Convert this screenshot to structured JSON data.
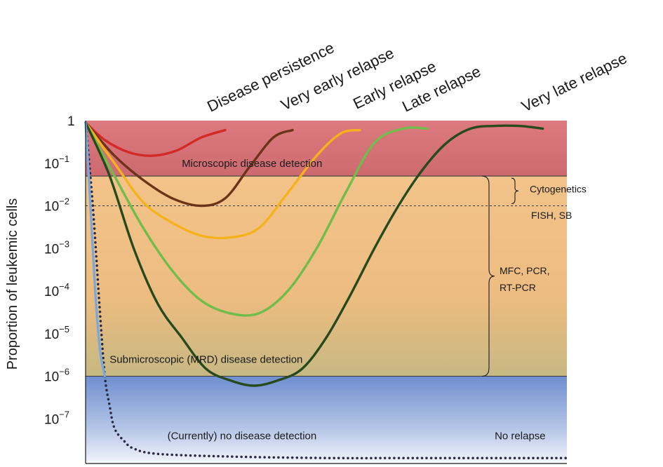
{
  "chart_data": {
    "type": "line",
    "ylabel": "Proportion of leukemic cells",
    "y_scale": "log",
    "ylim": [
      1e-08,
      1
    ],
    "y_ticks": [
      {
        "value": 1,
        "label": "1",
        "exp": ""
      },
      {
        "value": 0.1,
        "label": "10",
        "exp": "−1"
      },
      {
        "value": 0.01,
        "label": "10",
        "exp": "−2"
      },
      {
        "value": 0.001,
        "label": "10",
        "exp": "−3"
      },
      {
        "value": 0.0001,
        "label": "10",
        "exp": "−4"
      },
      {
        "value": 1e-05,
        "label": "10",
        "exp": "−5"
      },
      {
        "value": 1e-06,
        "label": "10",
        "exp": "−6"
      },
      {
        "value": 1e-07,
        "label": "10",
        "exp": "−7"
      }
    ],
    "xlim": [
      0,
      100
    ],
    "zones": [
      {
        "label": "Microscopic disease detection",
        "from": 1,
        "to": 0.05,
        "color": "#d9727a"
      },
      {
        "label": "Submicroscopic (MRD) disease detection",
        "from": 0.05,
        "to": 1e-06,
        "color": "#eebd7f"
      },
      {
        "label": "(Currently) no disease detection",
        "from": 1e-06,
        "to": 1e-08,
        "color": "#7d9ad4"
      }
    ],
    "thresholds": [
      {
        "value": 0.05,
        "style": "solid"
      },
      {
        "value": 0.01,
        "style": "dashed"
      },
      {
        "value": 1e-06,
        "style": "solid"
      }
    ],
    "methods": [
      {
        "label": "Cytogenetics",
        "from": 0.05,
        "to": 0.01
      },
      {
        "label": "FISH, SB",
        "at": 0.006
      },
      {
        "label": "MFC, PCR,",
        "at": 0.0003
      },
      {
        "label": "RT-PCR",
        "at": 0.00012
      }
    ],
    "series": [
      {
        "name": "Disease persistence",
        "color": "#d42a27",
        "dashed": false,
        "x": [
          0,
          4,
          9,
          14,
          19,
          24,
          29
        ],
        "y": [
          0.9,
          0.35,
          0.18,
          0.15,
          0.2,
          0.4,
          0.6
        ]
      },
      {
        "name": "Very early relapse",
        "color": "#6b3416",
        "dashed": false,
        "x": [
          0,
          6,
          12,
          18,
          24,
          29,
          34,
          39,
          43
        ],
        "y": [
          0.9,
          0.15,
          0.04,
          0.015,
          0.01,
          0.015,
          0.08,
          0.4,
          0.6
        ]
      },
      {
        "name": "Early relapse",
        "color": "#f5b21c",
        "dashed": false,
        "x": [
          0,
          6,
          12,
          18,
          24,
          30,
          36,
          42,
          48,
          53,
          57
        ],
        "y": [
          0.9,
          0.1,
          0.012,
          0.004,
          0.002,
          0.0018,
          0.003,
          0.02,
          0.15,
          0.5,
          0.6
        ]
      },
      {
        "name": "Late relapse",
        "color": "#6fbd4a",
        "dashed": false,
        "x": [
          0,
          6,
          12,
          18,
          24,
          30,
          36,
          42,
          48,
          54,
          60,
          66,
          71
        ],
        "y": [
          0.9,
          0.05,
          0.003,
          0.0003,
          6e-05,
          3e-05,
          3e-05,
          0.0001,
          0.001,
          0.02,
          0.3,
          0.65,
          0.65
        ]
      },
      {
        "name": "Very late relapse",
        "color": "#264a1e",
        "dashed": false,
        "x": [
          0,
          5,
          10,
          15,
          20,
          25,
          30,
          35,
          40,
          45,
          50,
          55,
          60,
          65,
          70,
          75,
          80,
          85,
          90,
          95
        ],
        "y": [
          0.9,
          0.05,
          0.001,
          5e-05,
          8e-06,
          1.5e-06,
          8e-07,
          6e-07,
          8e-07,
          1.5e-06,
          8e-06,
          8e-05,
          0.001,
          0.01,
          0.07,
          0.3,
          0.65,
          0.75,
          0.75,
          0.65
        ]
      },
      {
        "name": "No relapse",
        "color": "#2a2a44",
        "dashed": true,
        "x": [
          0,
          1.5,
          3,
          4,
          5,
          6,
          8,
          10,
          15,
          30,
          50,
          70,
          100
        ],
        "y": [
          0.9,
          0.01,
          3e-05,
          1e-06,
          2e-07,
          6e-08,
          3e-08,
          2e-08,
          1.5e-08,
          1.3e-08,
          1.2e-08,
          1.2e-08,
          1.2e-08
        ]
      },
      {
        "name": "",
        "color": "#7aa8d8",
        "dashed": false,
        "x": [
          0,
          1,
          2,
          3,
          4
        ],
        "y": [
          0.9,
          0.01,
          0.0001,
          4e-06,
          1e-06
        ]
      }
    ],
    "annotations": [
      {
        "text": "Microscopic disease detection",
        "x": 20,
        "y": 0.1
      },
      {
        "text": "Submicroscopic (MRD) disease detection",
        "x": 5,
        "y": 2.5e-06
      },
      {
        "text": "(Currently) no disease detection",
        "x": 17,
        "y": 4e-08
      },
      {
        "text": "No relapse",
        "x": 85,
        "y": 4e-08
      }
    ]
  }
}
